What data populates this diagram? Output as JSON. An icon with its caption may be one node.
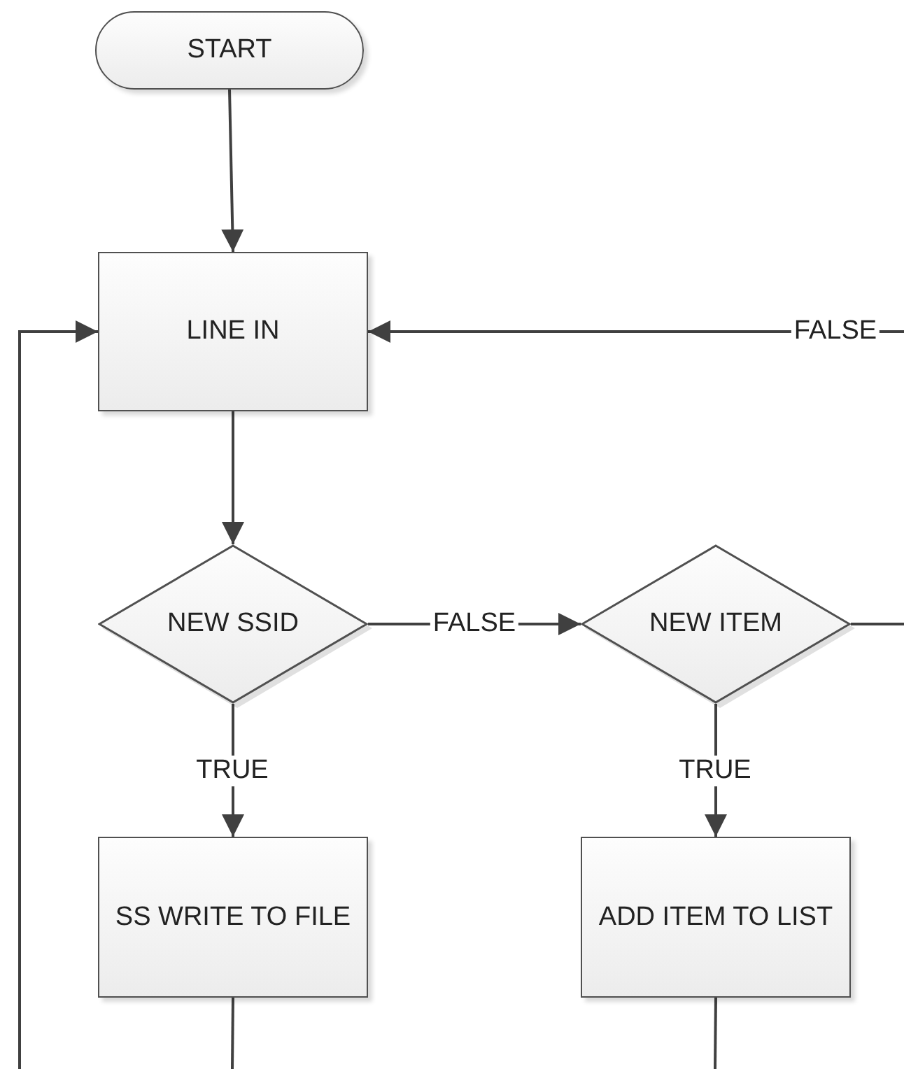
{
  "diagram": {
    "nodes": [
      {
        "text": [
          "START"
        ]
      },
      {
        "text": [
          "LINE IN"
        ]
      },
      {
        "text": [
          "NEW SSID"
        ]
      },
      {
        "text": [
          "NEW ITEM"
        ]
      },
      {
        "text": [
          "SS WRITE TO FILE"
        ]
      },
      {
        "text": [
          "ADD ITEM TO LIST"
        ]
      }
    ],
    "edges": [
      {
        "from": 0,
        "to": 1,
        "arrow": "to"
      },
      {
        "from": 1,
        "to": 2,
        "arrow": "to"
      },
      {
        "from": 2,
        "to": 3,
        "label": "FALSE",
        "arrow": "to"
      },
      {
        "from": 2,
        "to": 4,
        "label": "TRUE",
        "arrow": "to"
      },
      {
        "from": 3,
        "to": 5,
        "label": "TRUE",
        "arrow": "to"
      },
      {
        "from": null,
        "to": 1,
        "label": "FALSE",
        "arrow": "to"
      },
      {
        "from": 3,
        "to": null,
        "arrow": "none"
      },
      {
        "from": 4,
        "to": null,
        "arrow": "none"
      },
      {
        "from": 5,
        "to": null,
        "arrow": "none"
      },
      {
        "from": null,
        "to": 1,
        "arrow": "to"
      }
    ]
  }
}
